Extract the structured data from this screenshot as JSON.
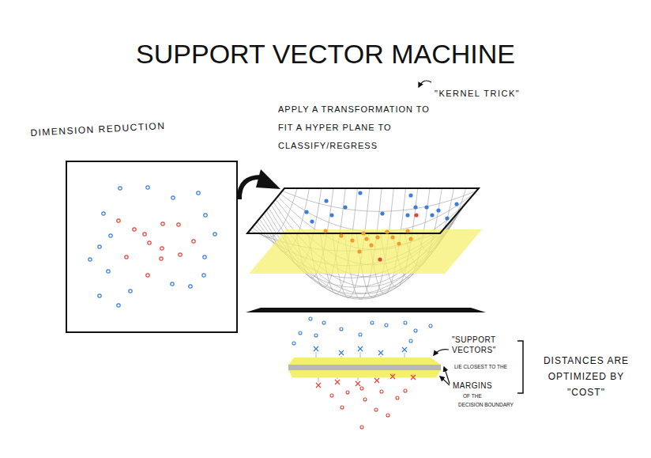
{
  "diagram": {
    "title": "SUPPORT VECTOR MACHINE",
    "labels": [
      "DIMENSION REDUCTION",
      "APPLY A TRANSFORMATION TO FIT A HYPER PLANE TO CLASSIFY/REGRESS",
      "\"KERNEL TRICK\"",
      "\"SUPPORT VECTORS\"",
      "LIE CLOSEST TO THE",
      "MARGINS",
      "OF THE",
      "DECISION BOUNDARY",
      "DISTANCES ARE OPTIMIZED BY \"COST\""
    ]
  }
}
